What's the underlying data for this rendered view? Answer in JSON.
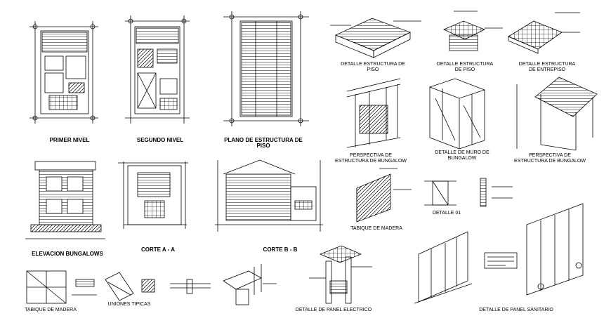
{
  "labels": {
    "primer_nivel": "PRIMER NIVEL",
    "segundo_nivel": "SEGUNDO NIVEL",
    "plano_estructura_piso": "PLANO DE   ESTRUCTURA DE\nPISO",
    "detalle_estructura_piso_1": "DETALLE ESTRUCTURA DE\nPISO",
    "detalle_estructura_piso_2": "DETALLE ESTRUCTURA\nDE PISO",
    "detalle_estructura_entrepiso": "DETALLE ESTRUCTURA\nDE ENTREPISO",
    "perspectiva_bungalow_1": "PERSPECTIVA DE\nESTRUCTURA DE BUNGALOW",
    "detalle_muro_bungalow": "DETALLE DE MURO DE\nBUNGALOW",
    "perspectiva_bungalow_2": "PERSPECTIVA DE\nESTRUCTURA DE BUNGALOW",
    "elevacion_bungalows": "ELEVACION BUNGALOWS",
    "corte_a": "CORTE A - A",
    "corte_b": "CORTE B - B",
    "tabique_madera_1": "TABIQUE DE MADERA",
    "detalle_01": "DETALLE 01",
    "tabique_madera_2": "TABIQUE DE MADERA",
    "uniones_tipicas": "UNIONES TIPICAS",
    "detalle_panel_electrico": "DETALLE DE PANEL ELECTRICO",
    "detalle_panel_sanitario": "DETALLE DE PANEL SANITARIO"
  }
}
